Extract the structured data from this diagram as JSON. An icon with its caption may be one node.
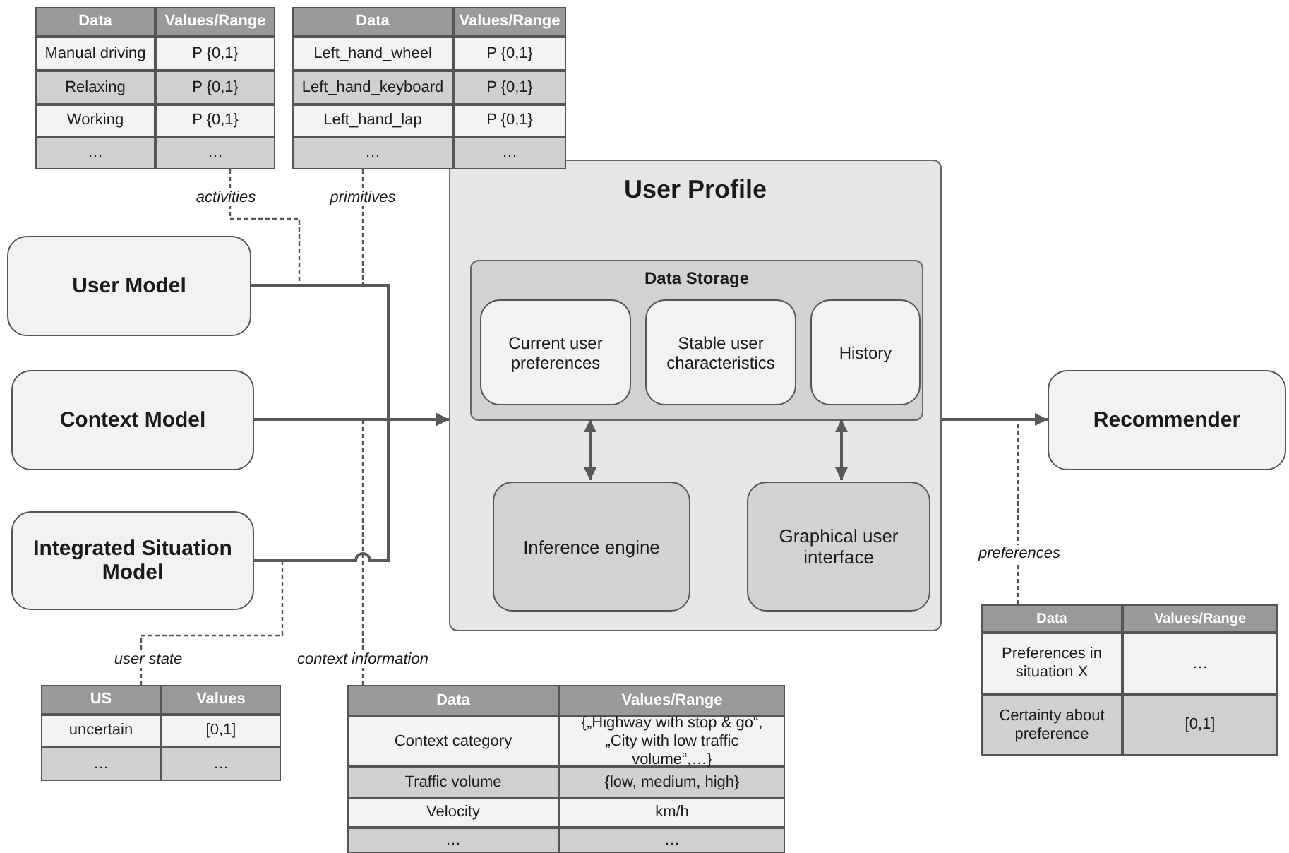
{
  "diagram": {
    "nodes": [
      {
        "text": [
          "User Model"
        ]
      },
      {
        "text": [
          "Context Model"
        ]
      },
      {
        "text": [
          "Integrated Situation Model"
        ]
      },
      {
        "text": [
          "User Profile"
        ]
      },
      {
        "text": [
          "Data Storage"
        ],
        "in": 3
      },
      {
        "text": [
          "Current user preferences"
        ],
        "in": 4
      },
      {
        "text": [
          "Stable user characteristics"
        ],
        "in": 4
      },
      {
        "text": [
          "History"
        ],
        "in": 4
      },
      {
        "text": [
          "Inference engine"
        ],
        "in": 3
      },
      {
        "text": [
          "Graphical user interface"
        ],
        "in": 3
      },
      {
        "text": [
          "Recommender"
        ]
      },
      {
        "text": [
          "Data",
          "Values/Range",
          "Manual driving",
          "P {0,1}",
          "Relaxing",
          "P {0,1}",
          "Working",
          "P {0,1}",
          "…",
          "…"
        ]
      },
      {
        "text": [
          "Data",
          "Values/Range",
          "Left_hand_wheel",
          "P {0,1}",
          "Left_hand_keyboard",
          "P {0,1}",
          "Left_hand_lap",
          "P {0,1}",
          "…",
          "…"
        ]
      },
      {
        "text": [
          "US",
          "Values",
          "uncertain",
          "[0,1]",
          "…",
          "…"
        ]
      },
      {
        "text": [
          "Data",
          "Values/Range",
          "Context category",
          "{„Highway with stop & go“, „City with low traffic volume“,…}",
          "Traffic volume",
          "{low, medium, high}",
          "Velocity",
          "km/h",
          "…",
          "…"
        ]
      },
      {
        "text": [
          "Data",
          "Values/Range",
          "Preferences in situation X",
          "…",
          "Certainty about preference",
          "[0,1]"
        ]
      }
    ],
    "edges": [
      {
        "from": 0,
        "to": 3,
        "arrow": "to"
      },
      {
        "from": 1,
        "to": 3,
        "arrow": "to"
      },
      {
        "from": 2,
        "to": 3,
        "arrow": "to"
      },
      {
        "from": 4,
        "to": 8,
        "arrow": "both"
      },
      {
        "from": 4,
        "to": 9,
        "arrow": "both"
      },
      {
        "from": 3,
        "to": 10,
        "arrow": "to"
      },
      {
        "from": 11,
        "to": null,
        "arrow": "none",
        "label": "activities",
        "style": "dashed"
      },
      {
        "from": 12,
        "to": null,
        "arrow": "none",
        "label": "primitives",
        "style": "dashed"
      },
      {
        "from": 13,
        "to": null,
        "arrow": "none",
        "label": "user state",
        "style": "dashed"
      },
      {
        "from": 14,
        "to": null,
        "arrow": "none",
        "label": "context information",
        "style": "dashed"
      },
      {
        "from": 15,
        "to": null,
        "arrow": "none",
        "label": "preferences",
        "style": "dashed"
      }
    ]
  }
}
